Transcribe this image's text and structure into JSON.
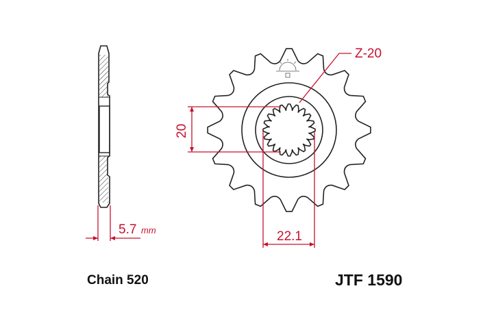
{
  "drawing": {
    "thickness_label": "5.7",
    "thickness_unit": "mm",
    "spline_label": "Z-20",
    "spline_height_label": "20",
    "spline_width_label": "22.1",
    "teeth_count": 16,
    "spline_teeth": 20,
    "dimension_color": "#c8102e"
  },
  "footer": {
    "chain": "Chain 520",
    "part_number": "JTF 1590"
  }
}
